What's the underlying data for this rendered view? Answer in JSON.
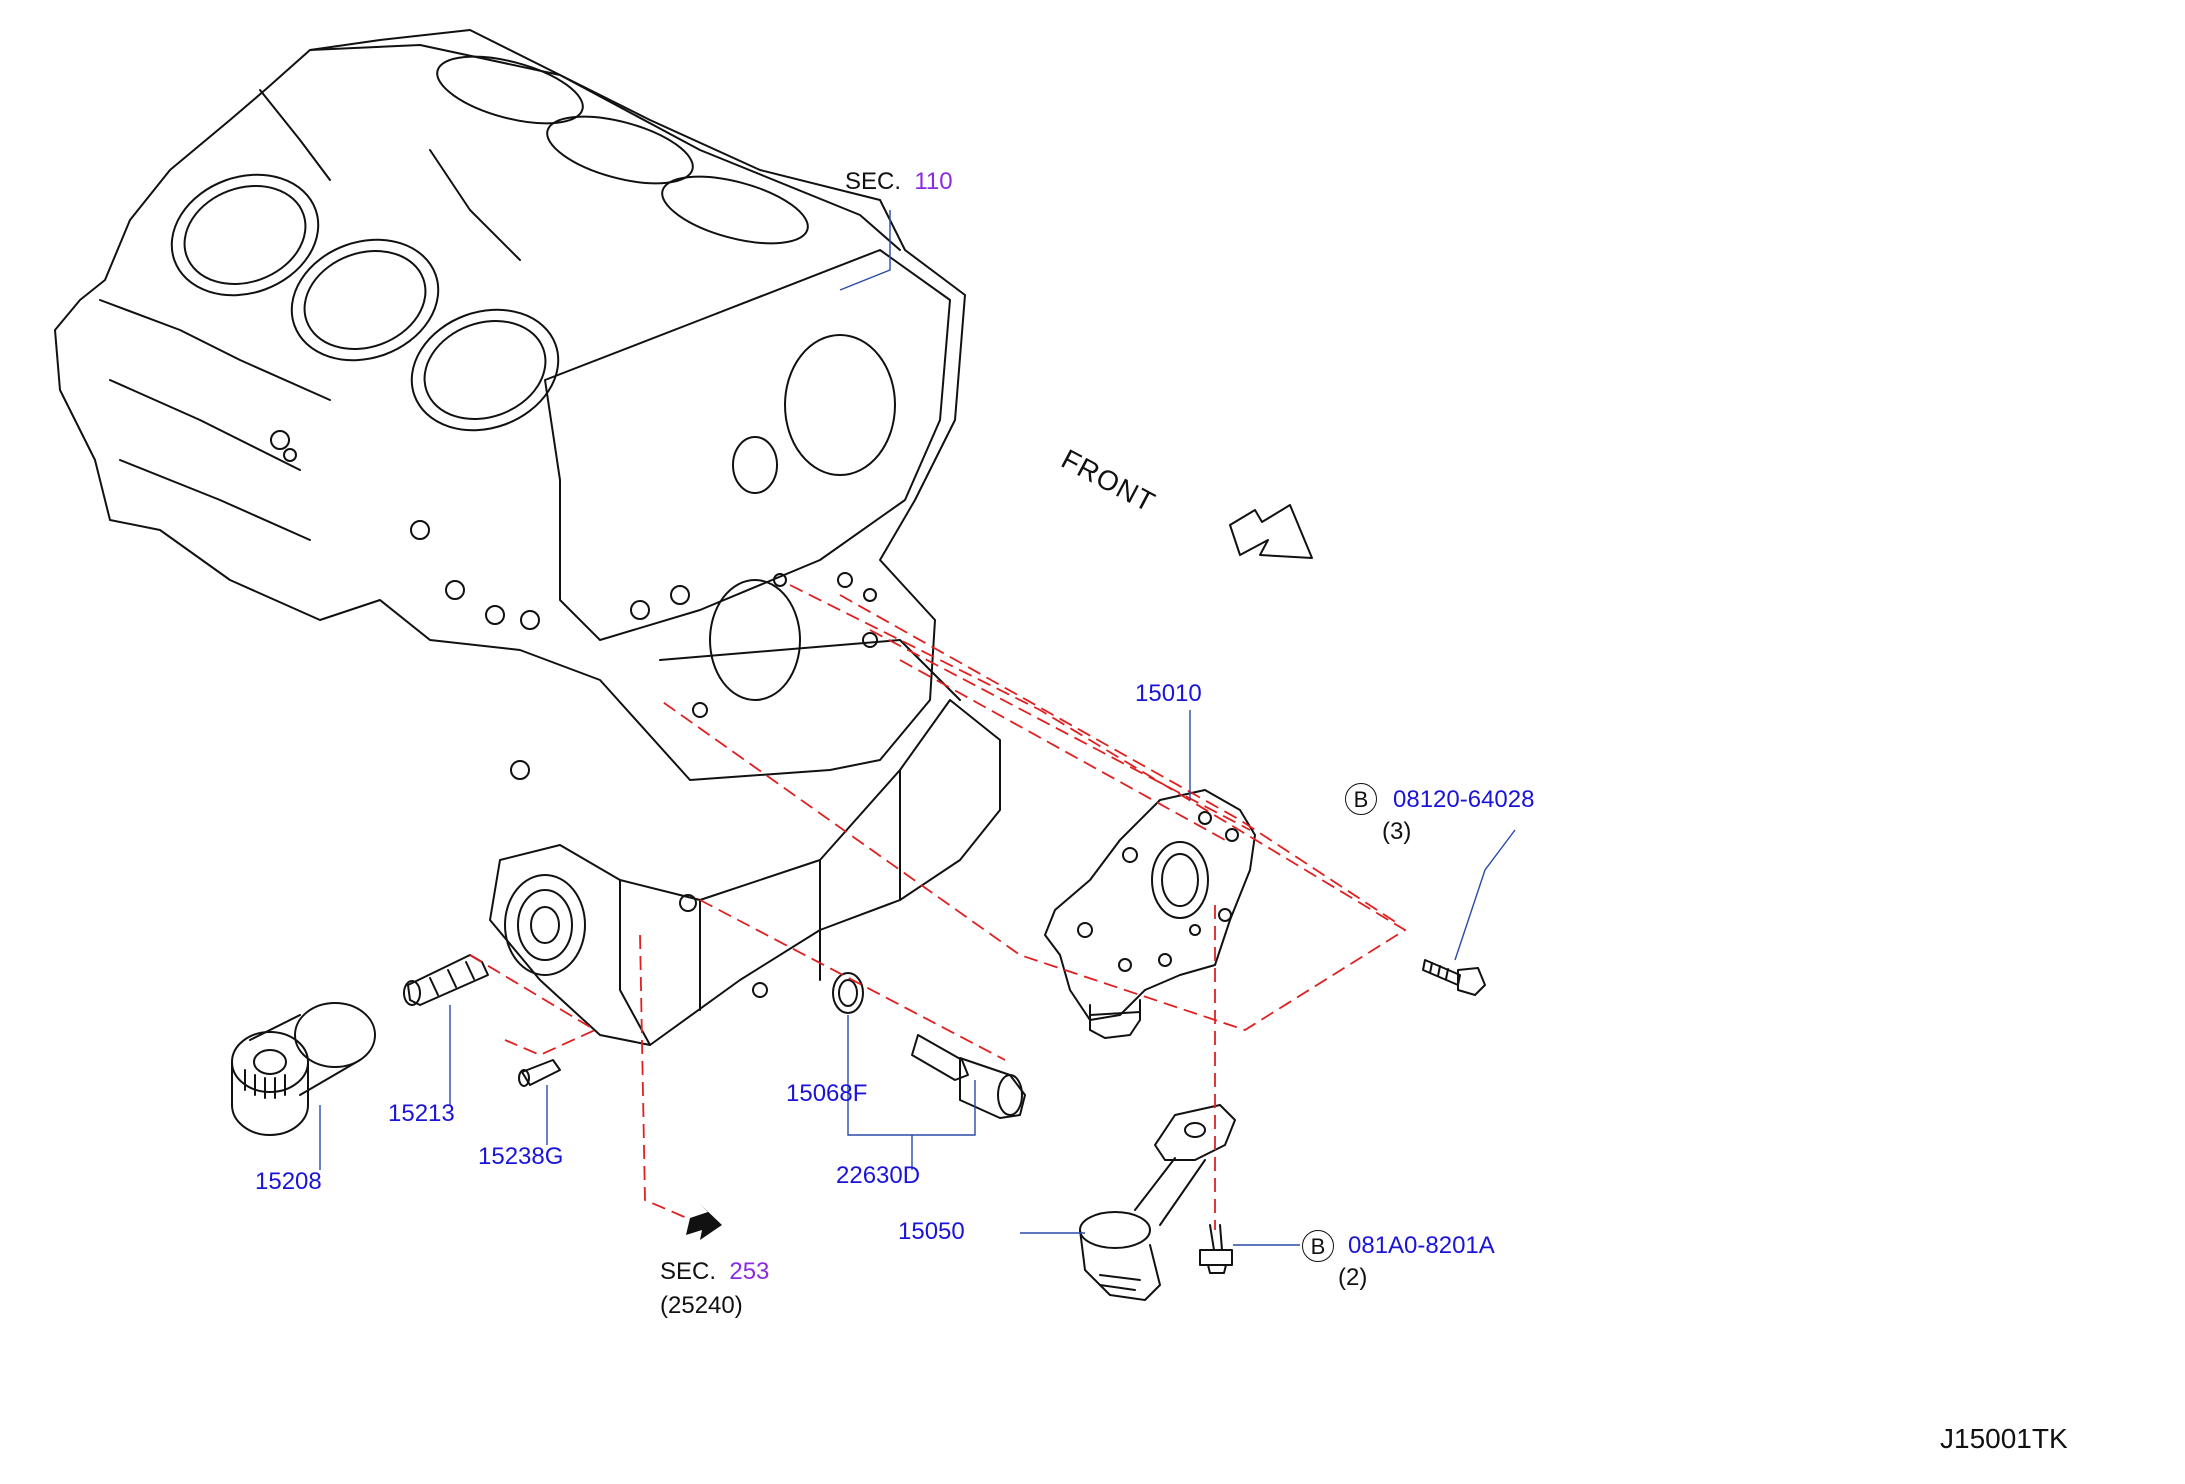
{
  "colors": {
    "line": "#111111",
    "part_number": "#1a14d8",
    "section_number": "#8a2be2",
    "dash": "#e02020",
    "leader": "#2a4aa8"
  },
  "front_label": "FRONT",
  "sections": [
    {
      "prefix": "SEC.",
      "number": "110",
      "ref": ""
    },
    {
      "prefix": "SEC.",
      "number": "253",
      "ref": "(25240)"
    }
  ],
  "parts": {
    "oil_pump": "15010",
    "bolt_pump": {
      "badge": "B",
      "number": "08120-64028",
      "qty": "(3)"
    },
    "strainer": "15050",
    "bolt_strainer": {
      "badge": "B",
      "number": "081A0-8201A",
      "qty": "(2)"
    },
    "oil_filter": "15208",
    "connector": "15213",
    "relief_valve": "15238G",
    "washer": "15068F",
    "pressure_switch": "22630D"
  },
  "diagram_code": "J15001TK"
}
